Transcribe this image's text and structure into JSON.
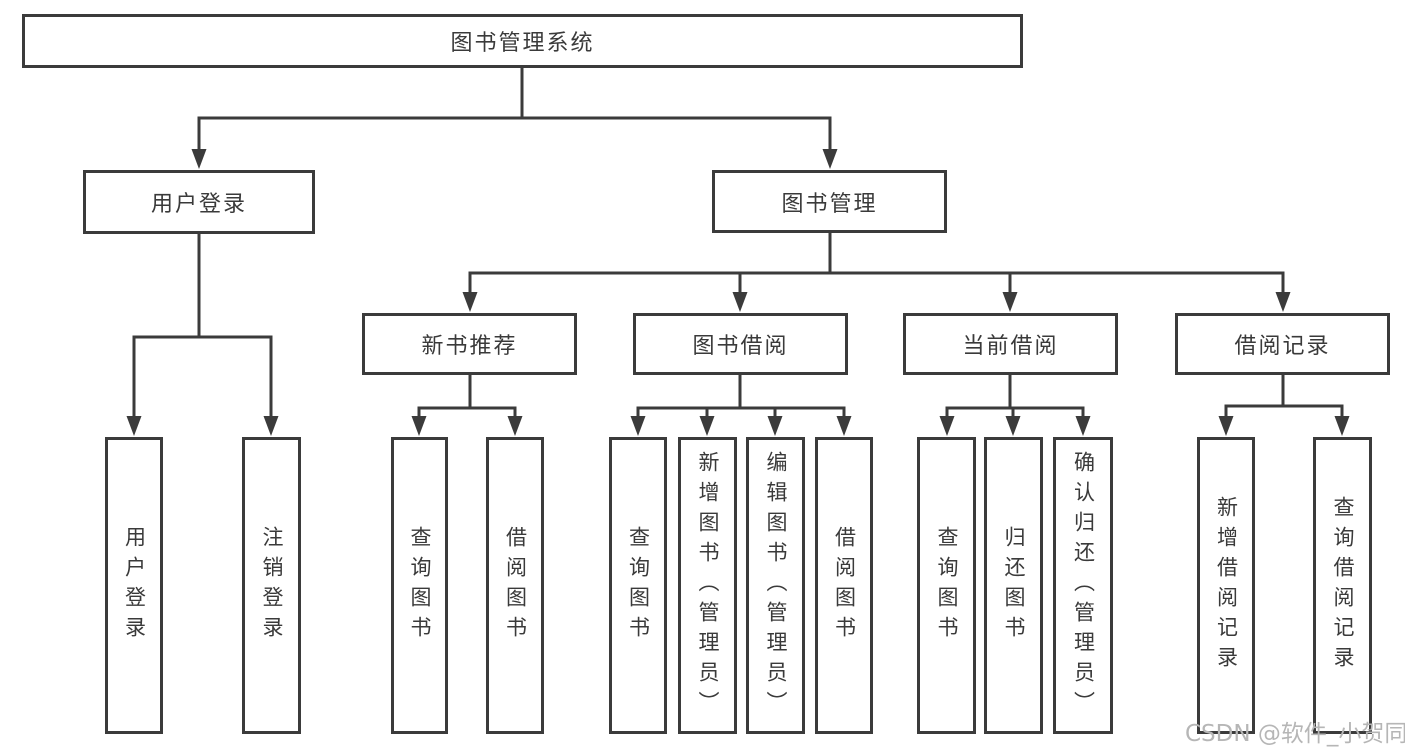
{
  "colors": {
    "line": "#3b3b3b",
    "text": "#3a3a3a",
    "background": "#ffffff",
    "watermark_gray": "#b6b6b6"
  },
  "tree": {
    "root": {
      "label": "图书管理系统"
    },
    "branches": [
      {
        "label": "用户登录",
        "children": [
          {
            "label": "用户登录"
          },
          {
            "label": "注销登录"
          }
        ]
      },
      {
        "label": "图书管理",
        "children": [
          {
            "label": "新书推荐",
            "children": [
              {
                "label": "查询图书"
              },
              {
                "label": "借阅图书"
              }
            ]
          },
          {
            "label": "图书借阅",
            "children": [
              {
                "label": "查询图书"
              },
              {
                "label": "新增图书（管理员）"
              },
              {
                "label": "编辑图书（管理员）"
              },
              {
                "label": "借阅图书"
              }
            ]
          },
          {
            "label": "当前借阅",
            "children": [
              {
                "label": "查询图书"
              },
              {
                "label": "归还图书"
              },
              {
                "label": "确认归还（管理员）"
              }
            ]
          },
          {
            "label": "借阅记录",
            "children": [
              {
                "label": "新增借阅记录"
              },
              {
                "label": "查询借阅记录"
              }
            ]
          }
        ]
      }
    ]
  },
  "watermark": {
    "text": "CSDN @软件_小贺同学"
  }
}
